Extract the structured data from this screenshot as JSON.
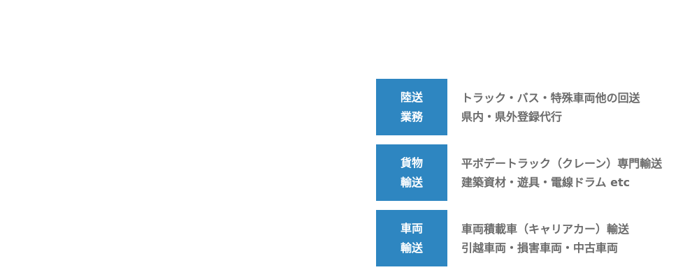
{
  "services": [
    {
      "badge_line1": "陸送",
      "badge_line2": "業務",
      "desc_line1": "トラック・バス・特殊車両他の回送",
      "desc_line2": "県内・県外登録代行"
    },
    {
      "badge_line1": "貨物",
      "badge_line2": "輸送",
      "desc_line1": "平ボデートラック（クレーン）専門輸送",
      "desc_line2": "建築資材・遊具・電線ドラム etc"
    },
    {
      "badge_line1": "車両",
      "badge_line2": "輸送",
      "desc_line1": "車両積載車（キャリアカー）輸送",
      "desc_line2": "引越車両・損害車両・中古車両"
    }
  ],
  "colors": {
    "badge_background": "#2e86c1",
    "badge_text": "#ffffff",
    "description_text": "#6b6b6b"
  }
}
